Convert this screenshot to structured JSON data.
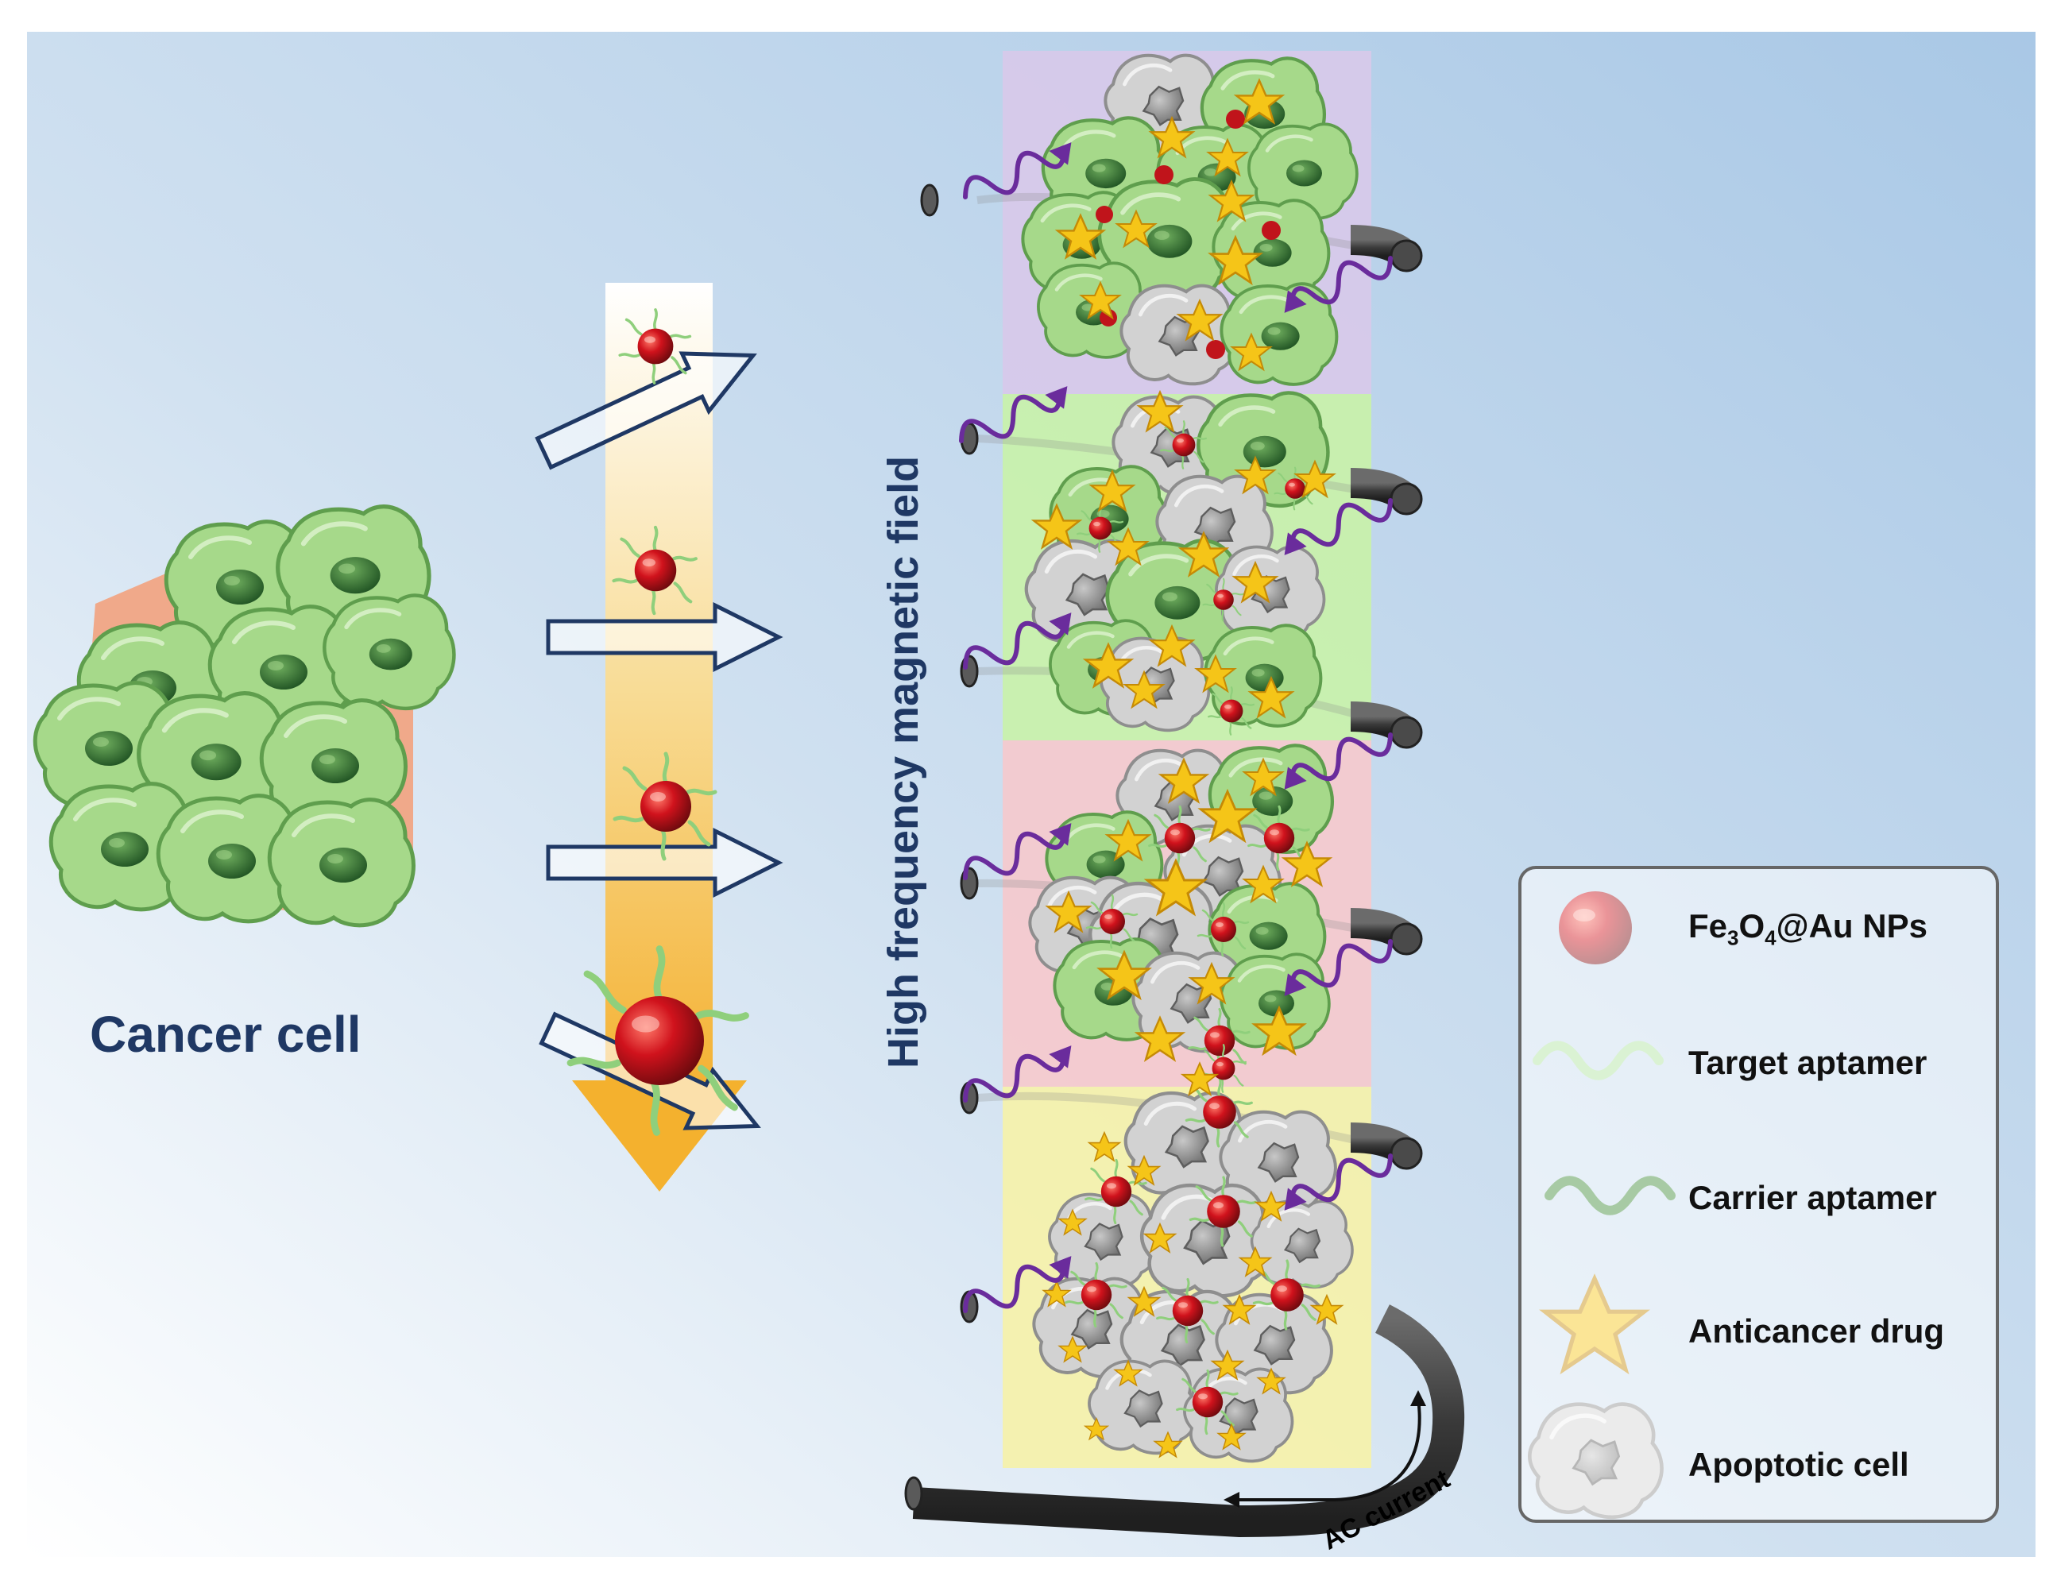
{
  "labels": {
    "cancer_cell": "Cancer cell",
    "magnetic_field": "High frequency magnetic field",
    "ac_current": "AC current"
  },
  "legend": {
    "np_pre": "Fe",
    "np_sub1": "3",
    "np_mid": "O",
    "np_sub2": "4",
    "np_post": "@Au NPs",
    "target_aptamer": "Target aptamer",
    "carrier_aptamer": "Carrier aptamer",
    "anticancer_drug": "Anticancer drug",
    "apoptotic_cell": "Apoptotic cell"
  },
  "colors": {
    "cell_green": "#a6d98a",
    "nucleus_green": "#2e6b2a",
    "apoptotic_grey": "#cfcfcf",
    "nanoparticle_red": "#c0141b",
    "drug_gold": "#f5c518",
    "wave_purple": "#6a2c9c",
    "text_navy": "#1f3864",
    "panel_purple": "#d8c9ea",
    "panel_green": "#c9f2a8",
    "panel_pink": "#f6c9cc",
    "panel_yellow": "#f6f2a8"
  }
}
